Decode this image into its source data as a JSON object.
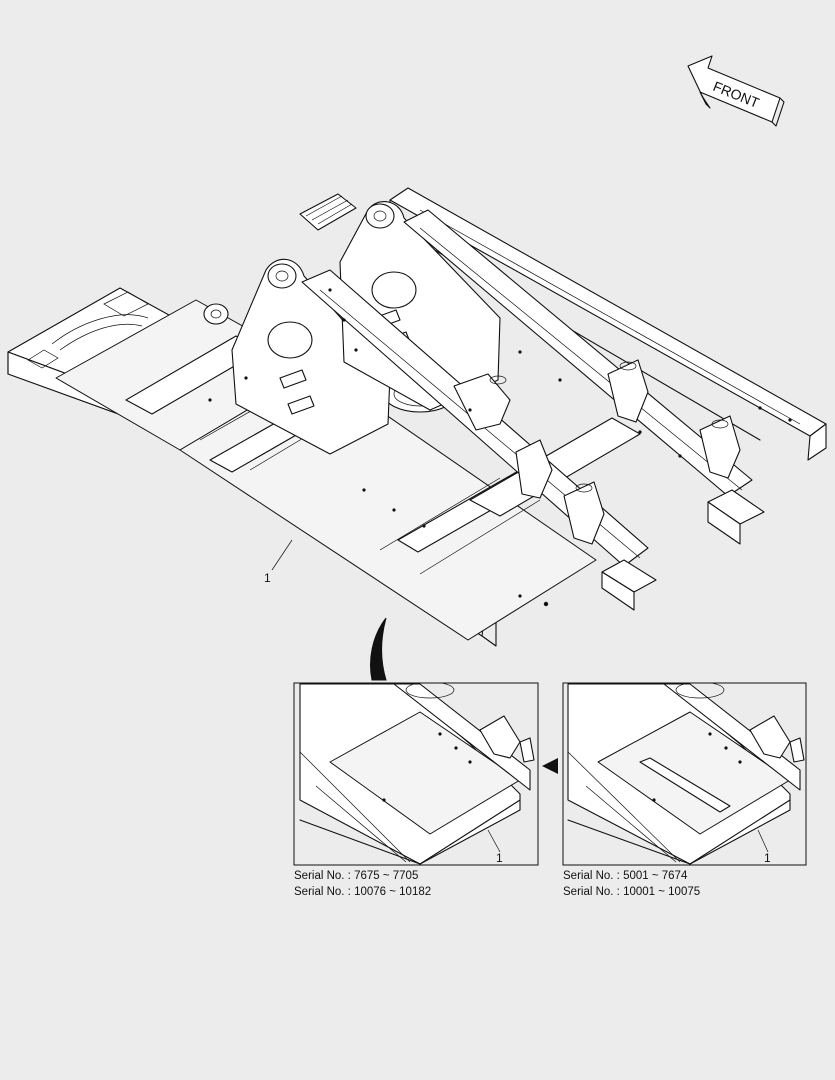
{
  "front_label": "FRONT",
  "callouts": {
    "main": "1",
    "detail_left": "1",
    "detail_right": "1"
  },
  "detail_left": {
    "serial_lines": [
      "Serial No. : 7675 ~ 7705",
      "Serial No. : 10076 ~ 10182"
    ]
  },
  "detail_right": {
    "serial_lines": [
      "Serial No. : 5001 ~ 7674",
      "Serial No. : 10001 ~ 10075"
    ]
  },
  "colors": {
    "background": "#ececec",
    "line": "#111111",
    "panel": "#ffffff"
  }
}
